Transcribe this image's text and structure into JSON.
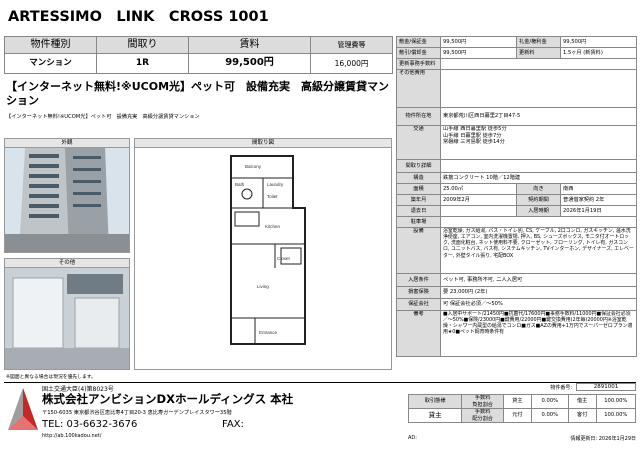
{
  "title": "ARTESSIMO　LINK　CROSS 1001",
  "summary": {
    "labels": [
      "物件種別",
      "間取り",
      "賃料",
      "管理費等"
    ],
    "values": [
      "マンション",
      "1R",
      "99,500円",
      "16,000円"
    ]
  },
  "catch": "【インターネット無料!※UCOM光】ペット可　設備充実　高級分譲賃貸マンション",
  "subcatch": "【インターネット無料!※UCOM光】ペット可　設備充実　高級分譲賃貸マンション",
  "photos": {
    "exterior": "外観",
    "floorplan": "間取り図",
    "other": "その他"
  },
  "photo_note": "※図面と異なる場合は現況を優先します。",
  "plan_labels": [
    "Balcony",
    "Bath",
    "Laundry",
    "Toilet",
    "Kitchen",
    "Living",
    "Entrance",
    "Closet"
  ],
  "fees": {
    "rows": [
      [
        "敷金/保証金",
        "99,500円",
        "礼金/権利金",
        "99,500円"
      ],
      [
        "敷引/償却金",
        "99,500円",
        "更新料",
        "1.5ヶ月 (新賃料)"
      ]
    ],
    "renewal": "更新事務手数料",
    "other": "その他費用"
  },
  "details": [
    {
      "label": "物件所在地",
      "value": "東京都荒川区西日暮里2丁目47-5"
    },
    {
      "label": "交通",
      "value": "山手線 西日暮里駅 徒歩5分\n山手線 日暮里駅 徒歩7分\n常磐線 三河島駅 徒歩14分"
    },
    {
      "label": "間取り詳細",
      "value": ""
    },
    {
      "label": "構造",
      "value": "鉄筋コンクリート 10階／12階建"
    }
  ],
  "pair_rows": [
    [
      "面積",
      "25.00㎡",
      "向き",
      "南西"
    ],
    [
      "築年月",
      "2009年2月",
      "契約期間",
      "普通借家契約 2年"
    ],
    [
      "退去日",
      "",
      "入居時期",
      "2026年1月19日"
    ]
  ],
  "details2": [
    {
      "label": "駐車場",
      "value": ""
    },
    {
      "label": "設備",
      "value": "浴室乾燥, ガス給湯, バス・トイレ別, CS, ケーブル, 2口コンロ, ガスキッチン, 温水洗浄便座, エアコン, 室内洗濯機置場, 押入, BS, シューズボックス, モニタ付オートロック, 洗面化粧台, ネット使用料不要, クローゼット, フローリング, トイレ有, ガスコンロ, ユニットバス, バス有, システムキッチン, TVインターホン, デザイナーズ, エレベーター, 外壁タイル張り, 宅配BOX"
    },
    {
      "label": "入居条件",
      "value": "ペット可, 事務所不可, 二人入居可"
    },
    {
      "label": "損害保険",
      "value": "要 23,000円 (2年)"
    },
    {
      "label": "保証会社",
      "value": "可 保証会社必須／～50%"
    },
    {
      "label": "備考",
      "value": "■入居中サポート/21450円■抗菌代/17600円■事務手数料/11000円■保証会社必須／～50%■保険/23000円■鍵費用/22000円■鍵交換費用(2年毎)20000円※浴室乾燥・シャワー内蔵型の給湯でコンロ■ガス■AZの費用+1万円でスーパーゼロプラン適用★0■ペット飼育時条件有"
    }
  ],
  "footer": {
    "license": "国土交通大臣(4)第8023号",
    "company": "株式会社アンビションDXホールディングス 本社",
    "address": "〒150-6035 東京都渋谷区恵比寿4丁目20-3 恵比寿ガーデンプレイスタワー35階",
    "tel": "TEL: 03-6632-3676",
    "fax": "FAX:",
    "url": "http://ab.100kadou.net/",
    "ad": "AD:",
    "property_no_label": "物件番号:",
    "property_no": "2891001",
    "info_date": "情報更新日: 2026年1月29日",
    "deal_label": "取引態様",
    "deal_value": "貸主",
    "fee_rows": [
      [
        "手数料\n負担割合",
        "貸主",
        "0.00%",
        "借主",
        "100.00%"
      ],
      [
        "手数料\n配分割合",
        "元付",
        "0.00%",
        "客付",
        "100.00%"
      ]
    ]
  },
  "colors": {
    "label_bg": "#dcdcdc",
    "header_bg": "#e0e0e0",
    "logo_red": "#c62828",
    "logo_grey": "#9e9e9e"
  }
}
